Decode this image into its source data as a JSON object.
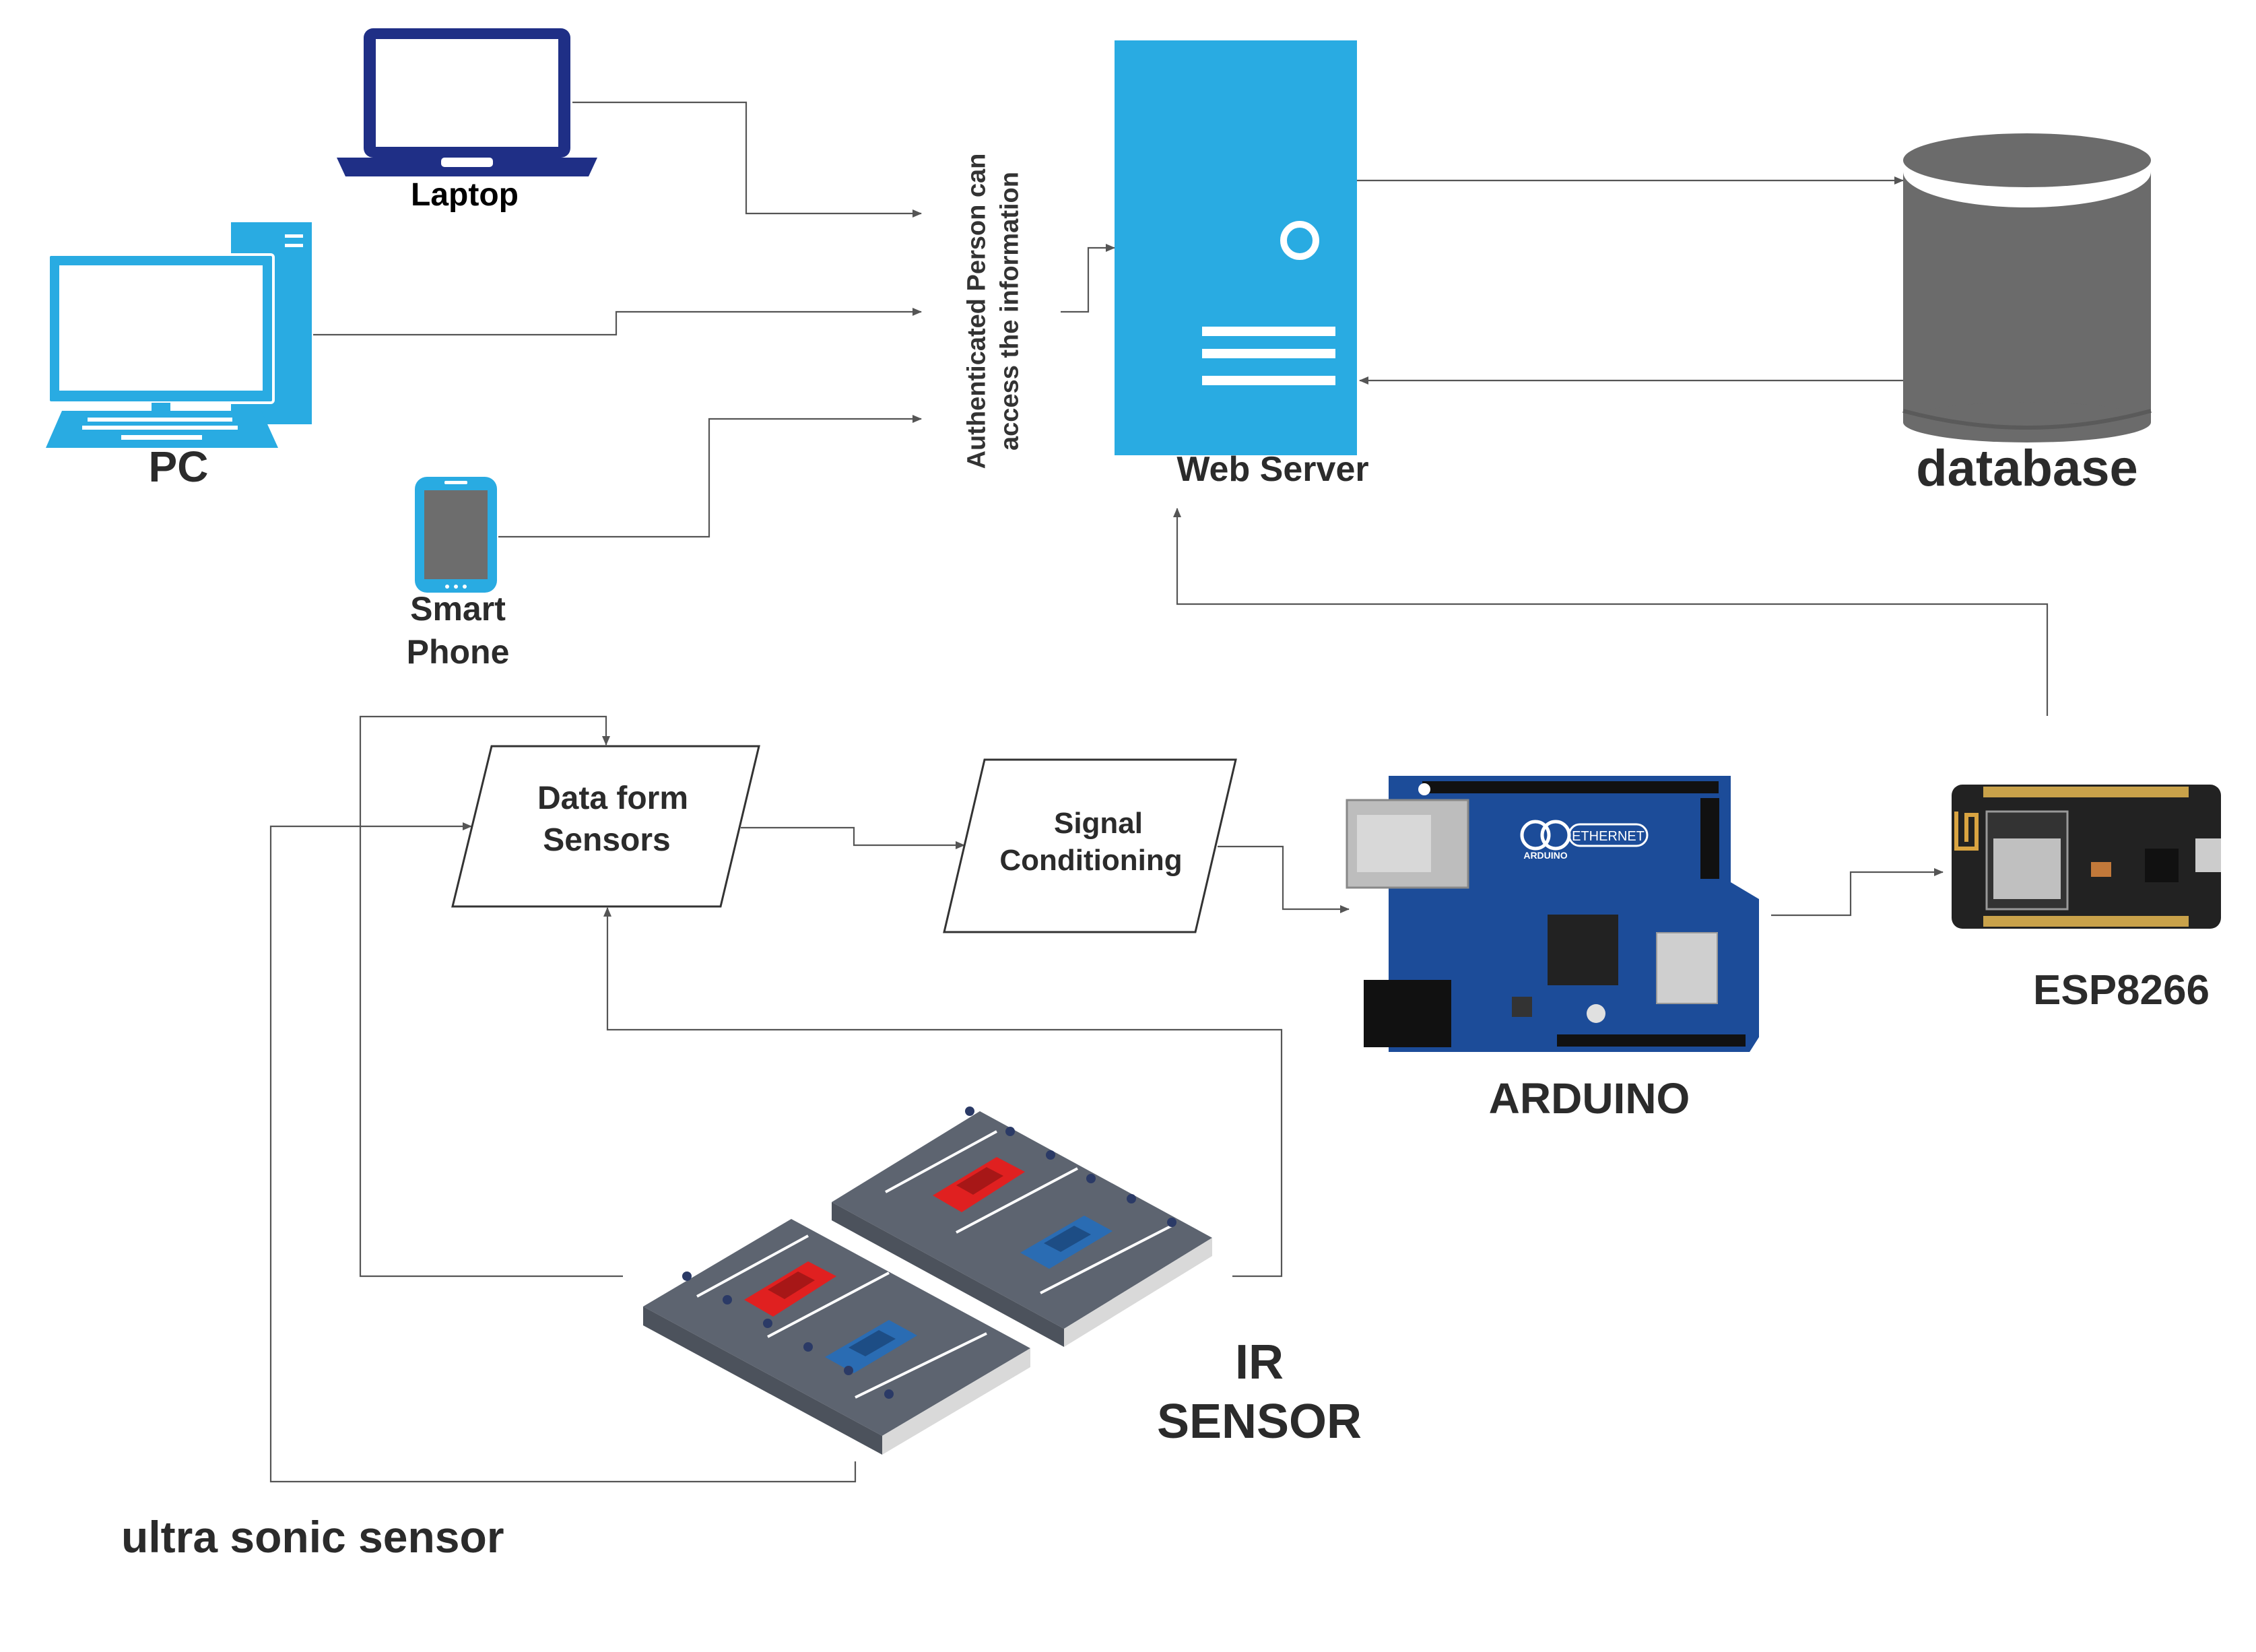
{
  "labels": {
    "laptop": "Laptop",
    "pc": "PC",
    "smartphone_line1": "Smart",
    "smartphone_line2": "Phone",
    "auth_line1": "Authenticated Person can",
    "auth_line2": "access the information",
    "web_server": "Web Server",
    "database": "database",
    "data_from_sensors_line1": "Data form",
    "data_from_sensors_line2": "Sensors",
    "signal_conditioning_line1": "Signal",
    "signal_conditioning_line2": "Conditioning",
    "arduino": "ARDUINO",
    "esp8266": "ESP8266",
    "ir_sensor_line1": "IR",
    "ir_sensor_line2": "SENSOR",
    "ultrasonic": "ultra sonic sensor",
    "arduino_board_text": "ETHERNET",
    "arduino_board_brand": "ARDUINO"
  },
  "icons": {
    "laptop": "laptop-icon",
    "pc": "desktop-pc-icon",
    "smartphone": "smartphone-icon",
    "server": "server-icon",
    "database": "database-cylinder-icon",
    "arduino": "arduino-board-icon",
    "esp8266": "esp8266-module-icon",
    "parking": "parking-lot-icon"
  },
  "colors": {
    "laptop": "#1f2f86",
    "pc": "#29abe2",
    "server": "#29abe2",
    "database": "#6b6b6b",
    "arduino": "#1c4c99",
    "esp8266": "#222222",
    "connector": "#555555",
    "car_red": "#e02020",
    "car_blue": "#2a6cb3"
  }
}
